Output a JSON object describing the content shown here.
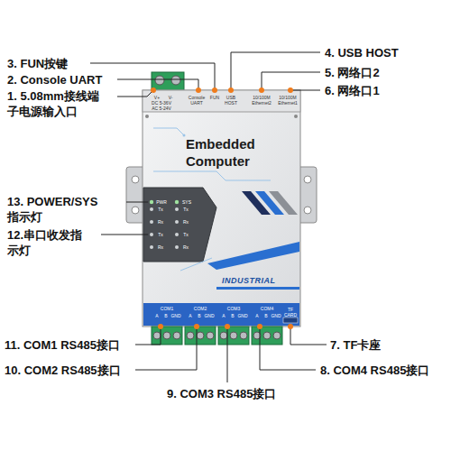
{
  "diagram": {
    "nodes": [
      {
        "text": [
          "Embedded Computer",
          "INDUSTRIAL"
        ]
      }
    ],
    "labels": [
      "3. FUN按键",
      "2. Console UART",
      "1. 5.08mm接线端 子电源输入口",
      "4. USB HOST",
      "5. 网络口2",
      "6. 网络口1",
      "13. POWER/SYS 指示灯",
      "12.串口收发指 示灯",
      "11. COM1 RS485接口",
      "10. COM2 RS485接口",
      "9. COM3 RS485接口",
      "8. COM4 RS485接口",
      "7. TF卡座",
      "V+",
      "V-",
      "DC 5-36V",
      "AC 5-24V",
      "Console UART",
      "FUN",
      "USB HOST",
      "10/100M Ethernet2",
      "10/100M Ethernet1",
      "PWR",
      "SYS",
      "Tx",
      "Tx",
      "Rx",
      "Rx",
      "Tx",
      "Tx",
      "Rx",
      "Rx",
      "COM1",
      "A",
      "B",
      "GND",
      "COM2",
      "A",
      "B",
      "GND",
      "COM3",
      "A",
      "B",
      "GND",
      "COM4",
      "A",
      "B",
      "GND",
      "TF CARD"
    ]
  }
}
